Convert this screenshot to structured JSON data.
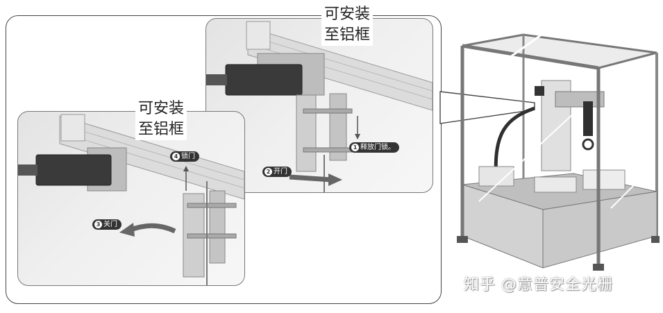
{
  "mount_label_back": {
    "line1": "可安装",
    "line2": "至铝框"
  },
  "mount_label_front": {
    "line1": "可安装",
    "line2": "至铝框"
  },
  "steps": {
    "release": {
      "num": "1",
      "text": "释放门锁。"
    },
    "open": {
      "num": "2",
      "text": "开门"
    },
    "close": {
      "num": "3",
      "text": "关门"
    },
    "lock": {
      "num": "4",
      "text": "锁门"
    }
  },
  "watermark": "知乎 @意普安全光栅",
  "colors": {
    "frame": "#444444",
    "panel_bg": "#e9e9e9",
    "badge": "#333333",
    "device": "#3a3a3a"
  }
}
